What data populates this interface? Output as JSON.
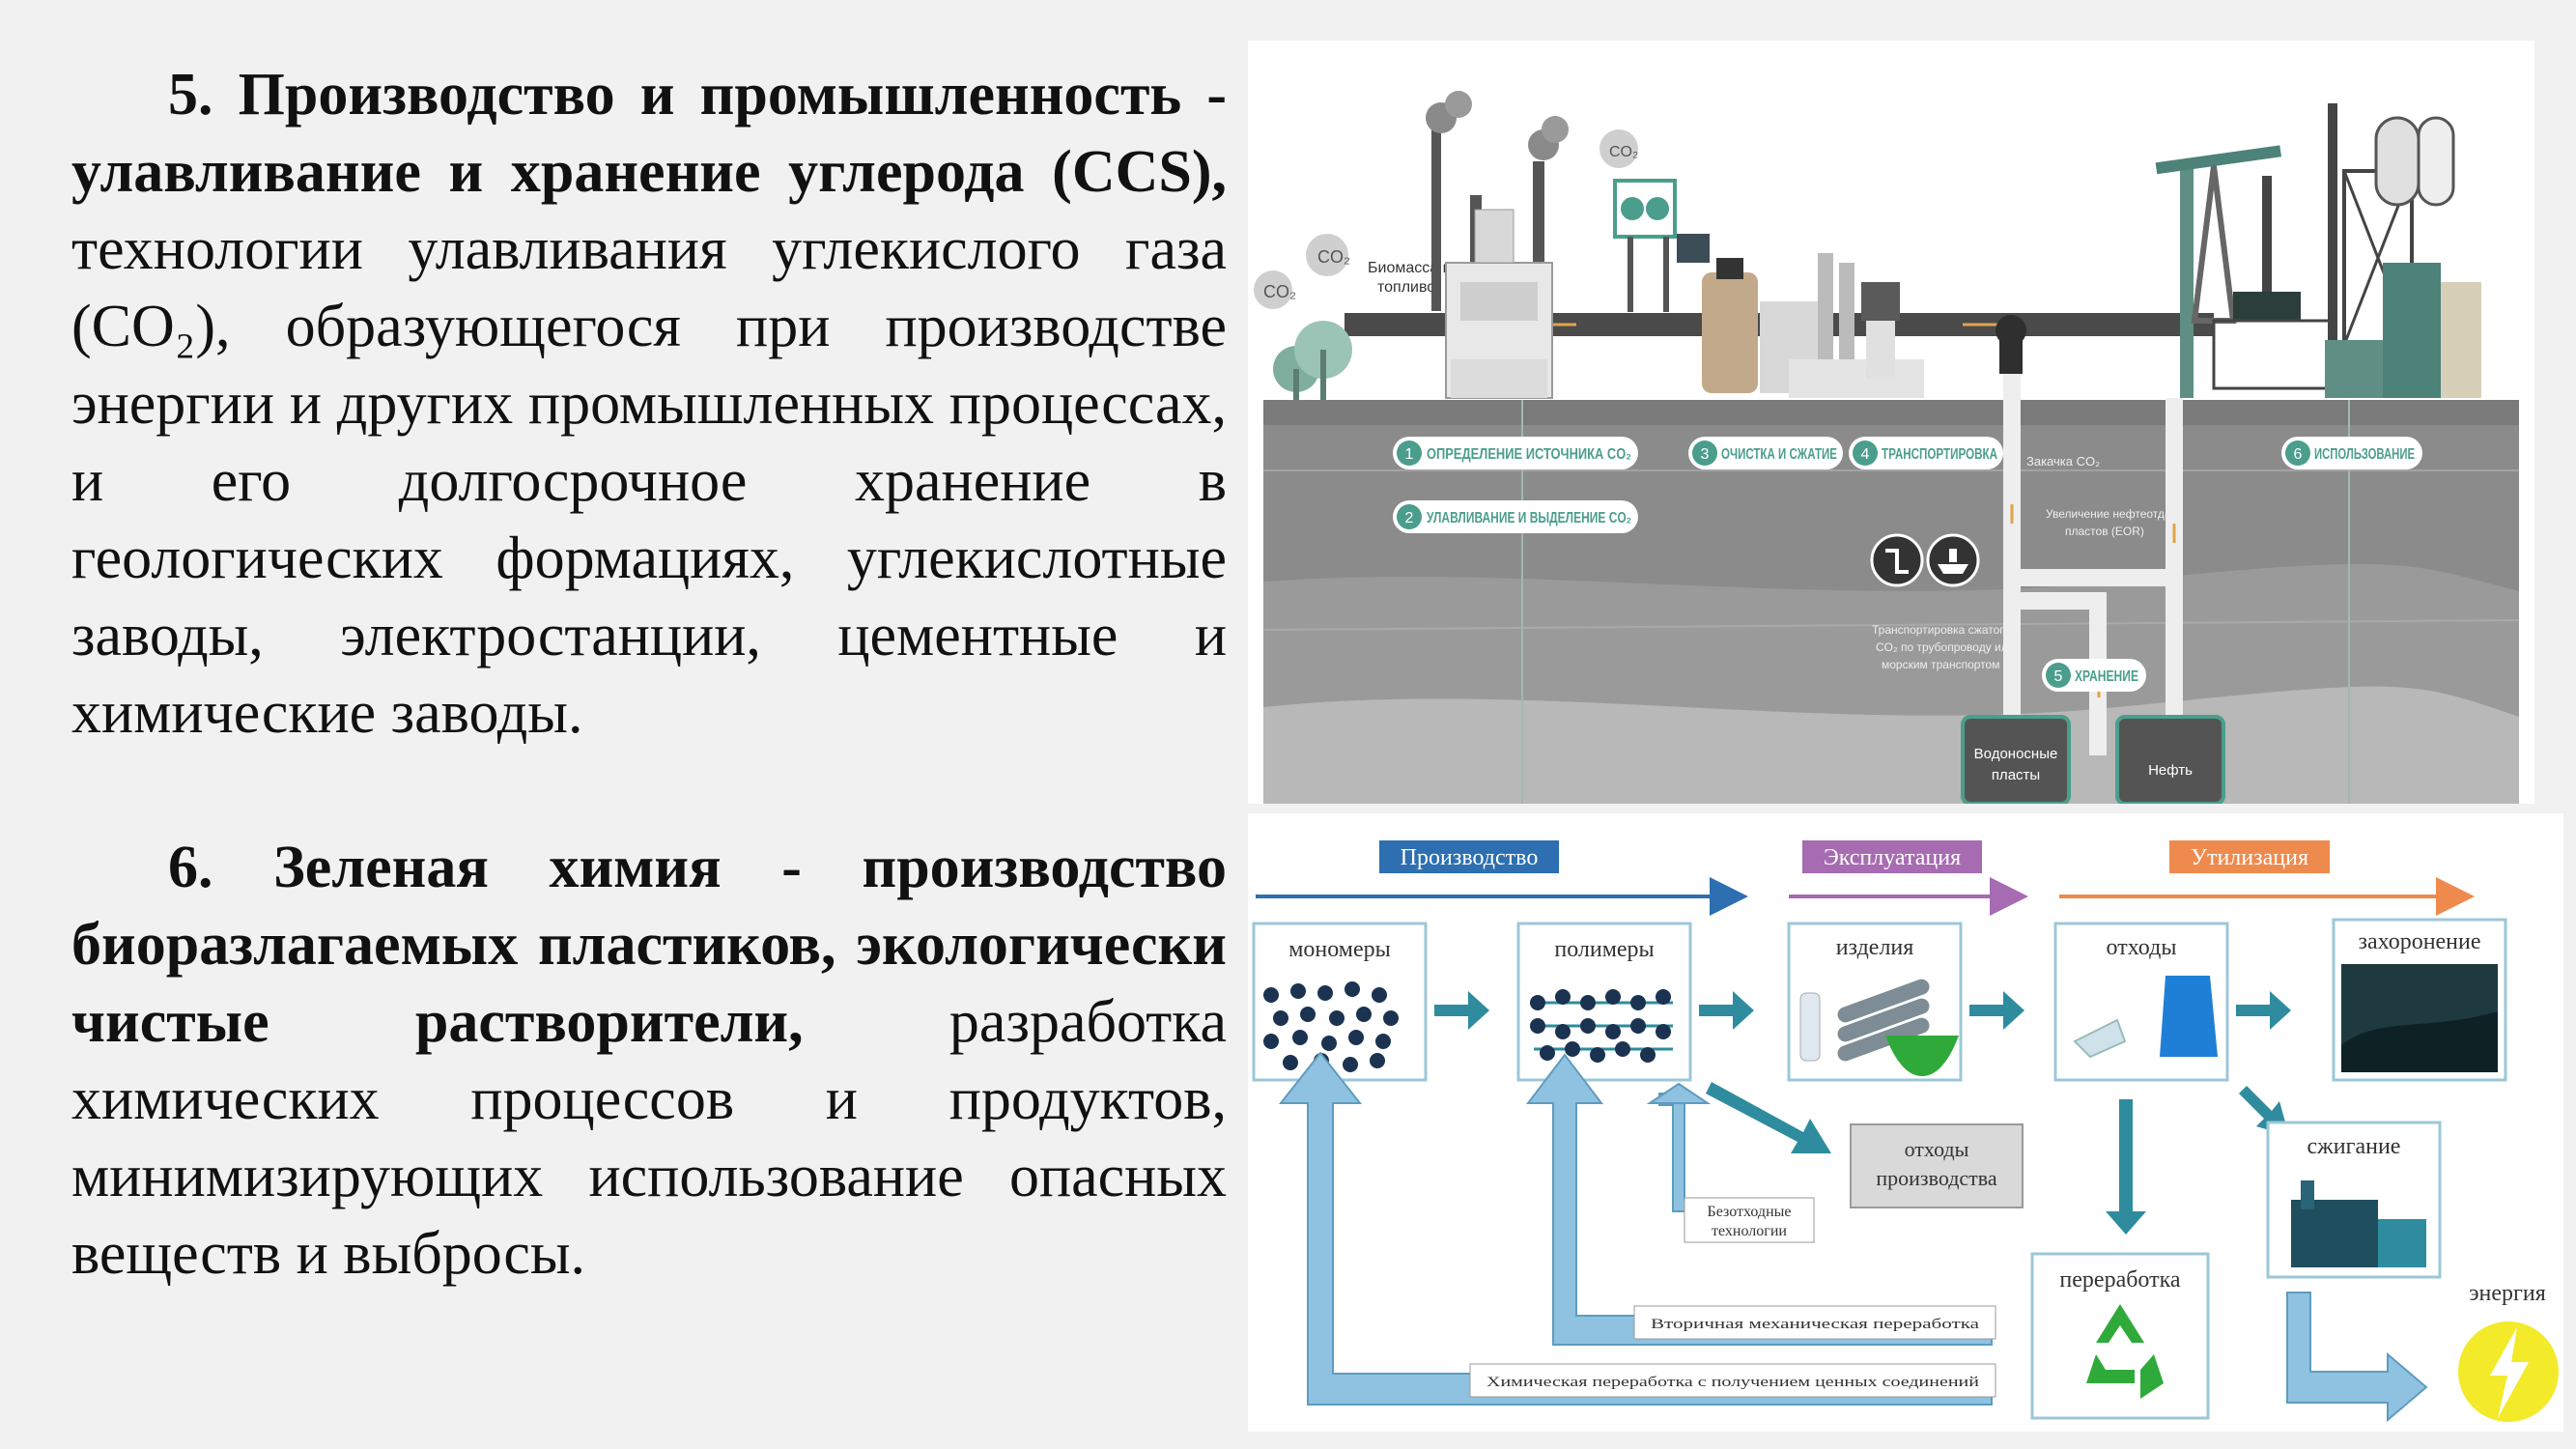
{
  "section5": {
    "title_bold": "5. Производство и промышленность - улавливание и хранение углерода (CCS),",
    "body": " технологии улавливания углекислого газа (CO₂), образующегося при производстве энергии и других промышленных процессах, и его долгосрочное хранение в геологических формациях, углекислотные заводы, электростанции, цементные и химические заводы."
  },
  "section6": {
    "title_bold": "6. Зеленая химия - производство биоразлагаемых пластиков, экологически чистые растворители,",
    "body": " разработка химических процессов и продуктов, минимизирующих использование опасных веществ и выбросы."
  },
  "ccs_diagram": {
    "co2_a": "CO₂",
    "co2_b": "CO₂",
    "co2_c": "CO₂",
    "biomass_line1": "Биомасса или",
    "biomass_line2": "топливо",
    "step1": "ОПРЕДЕЛЕНИЕ ИСТОЧНИКА CO₂",
    "step2": "УЛАВЛИВАНИЕ И ВЫДЕЛЕНИЕ CO₂",
    "step3": "ОЧИСТКА И СЖАТИЕ",
    "step4": "ТРАНСПОРТИРОВКА",
    "step5": "ХРАНЕНИЕ",
    "step6": "ИСПОЛЬЗОВАНИЕ",
    "num1": "1",
    "num2": "2",
    "num3": "3",
    "num4": "4",
    "num5": "5",
    "num6": "6",
    "injection": "Закачка CO₂",
    "eor_l1": "Увеличение нефтеотдачи",
    "eor_l2": "пластов (EOR)",
    "transport_l1": "Транспортировка сжатого",
    "transport_l2": "CO₂ по трубопроводу или",
    "transport_l3": "морским транспортом",
    "aquifer_l1": "Водоносные",
    "aquifer_l2": "пласты",
    "oil": "Нефть"
  },
  "lifecycle": {
    "stage_production": "Производство",
    "stage_operation": "Эксплуатация",
    "stage_disposal": "Утилизация",
    "monomers": "мономеры",
    "polymers": "полимеры",
    "products": "изделия",
    "waste": "отходы",
    "burial": "захоронение",
    "prod_waste_l1": "отходы",
    "prod_waste_l2": "производства",
    "wasteless_l1": "Безотходные",
    "wasteless_l2": "технологии",
    "incineration": "сжигание",
    "energy": "энергия",
    "recycling": "переработка",
    "secondary_mech": "Вторичная механическая переработка",
    "chemical_proc": "Химическая переработка с получением ценных соединений"
  },
  "colors": {
    "stage_production": "#2d6fb0",
    "stage_operation": "#a66bb1",
    "stage_disposal": "#ee8a4e",
    "teal_arrow": "#2e8c9e",
    "light_arrow": "#8fc2e0",
    "ccs_green": "#4b9e8c"
  }
}
